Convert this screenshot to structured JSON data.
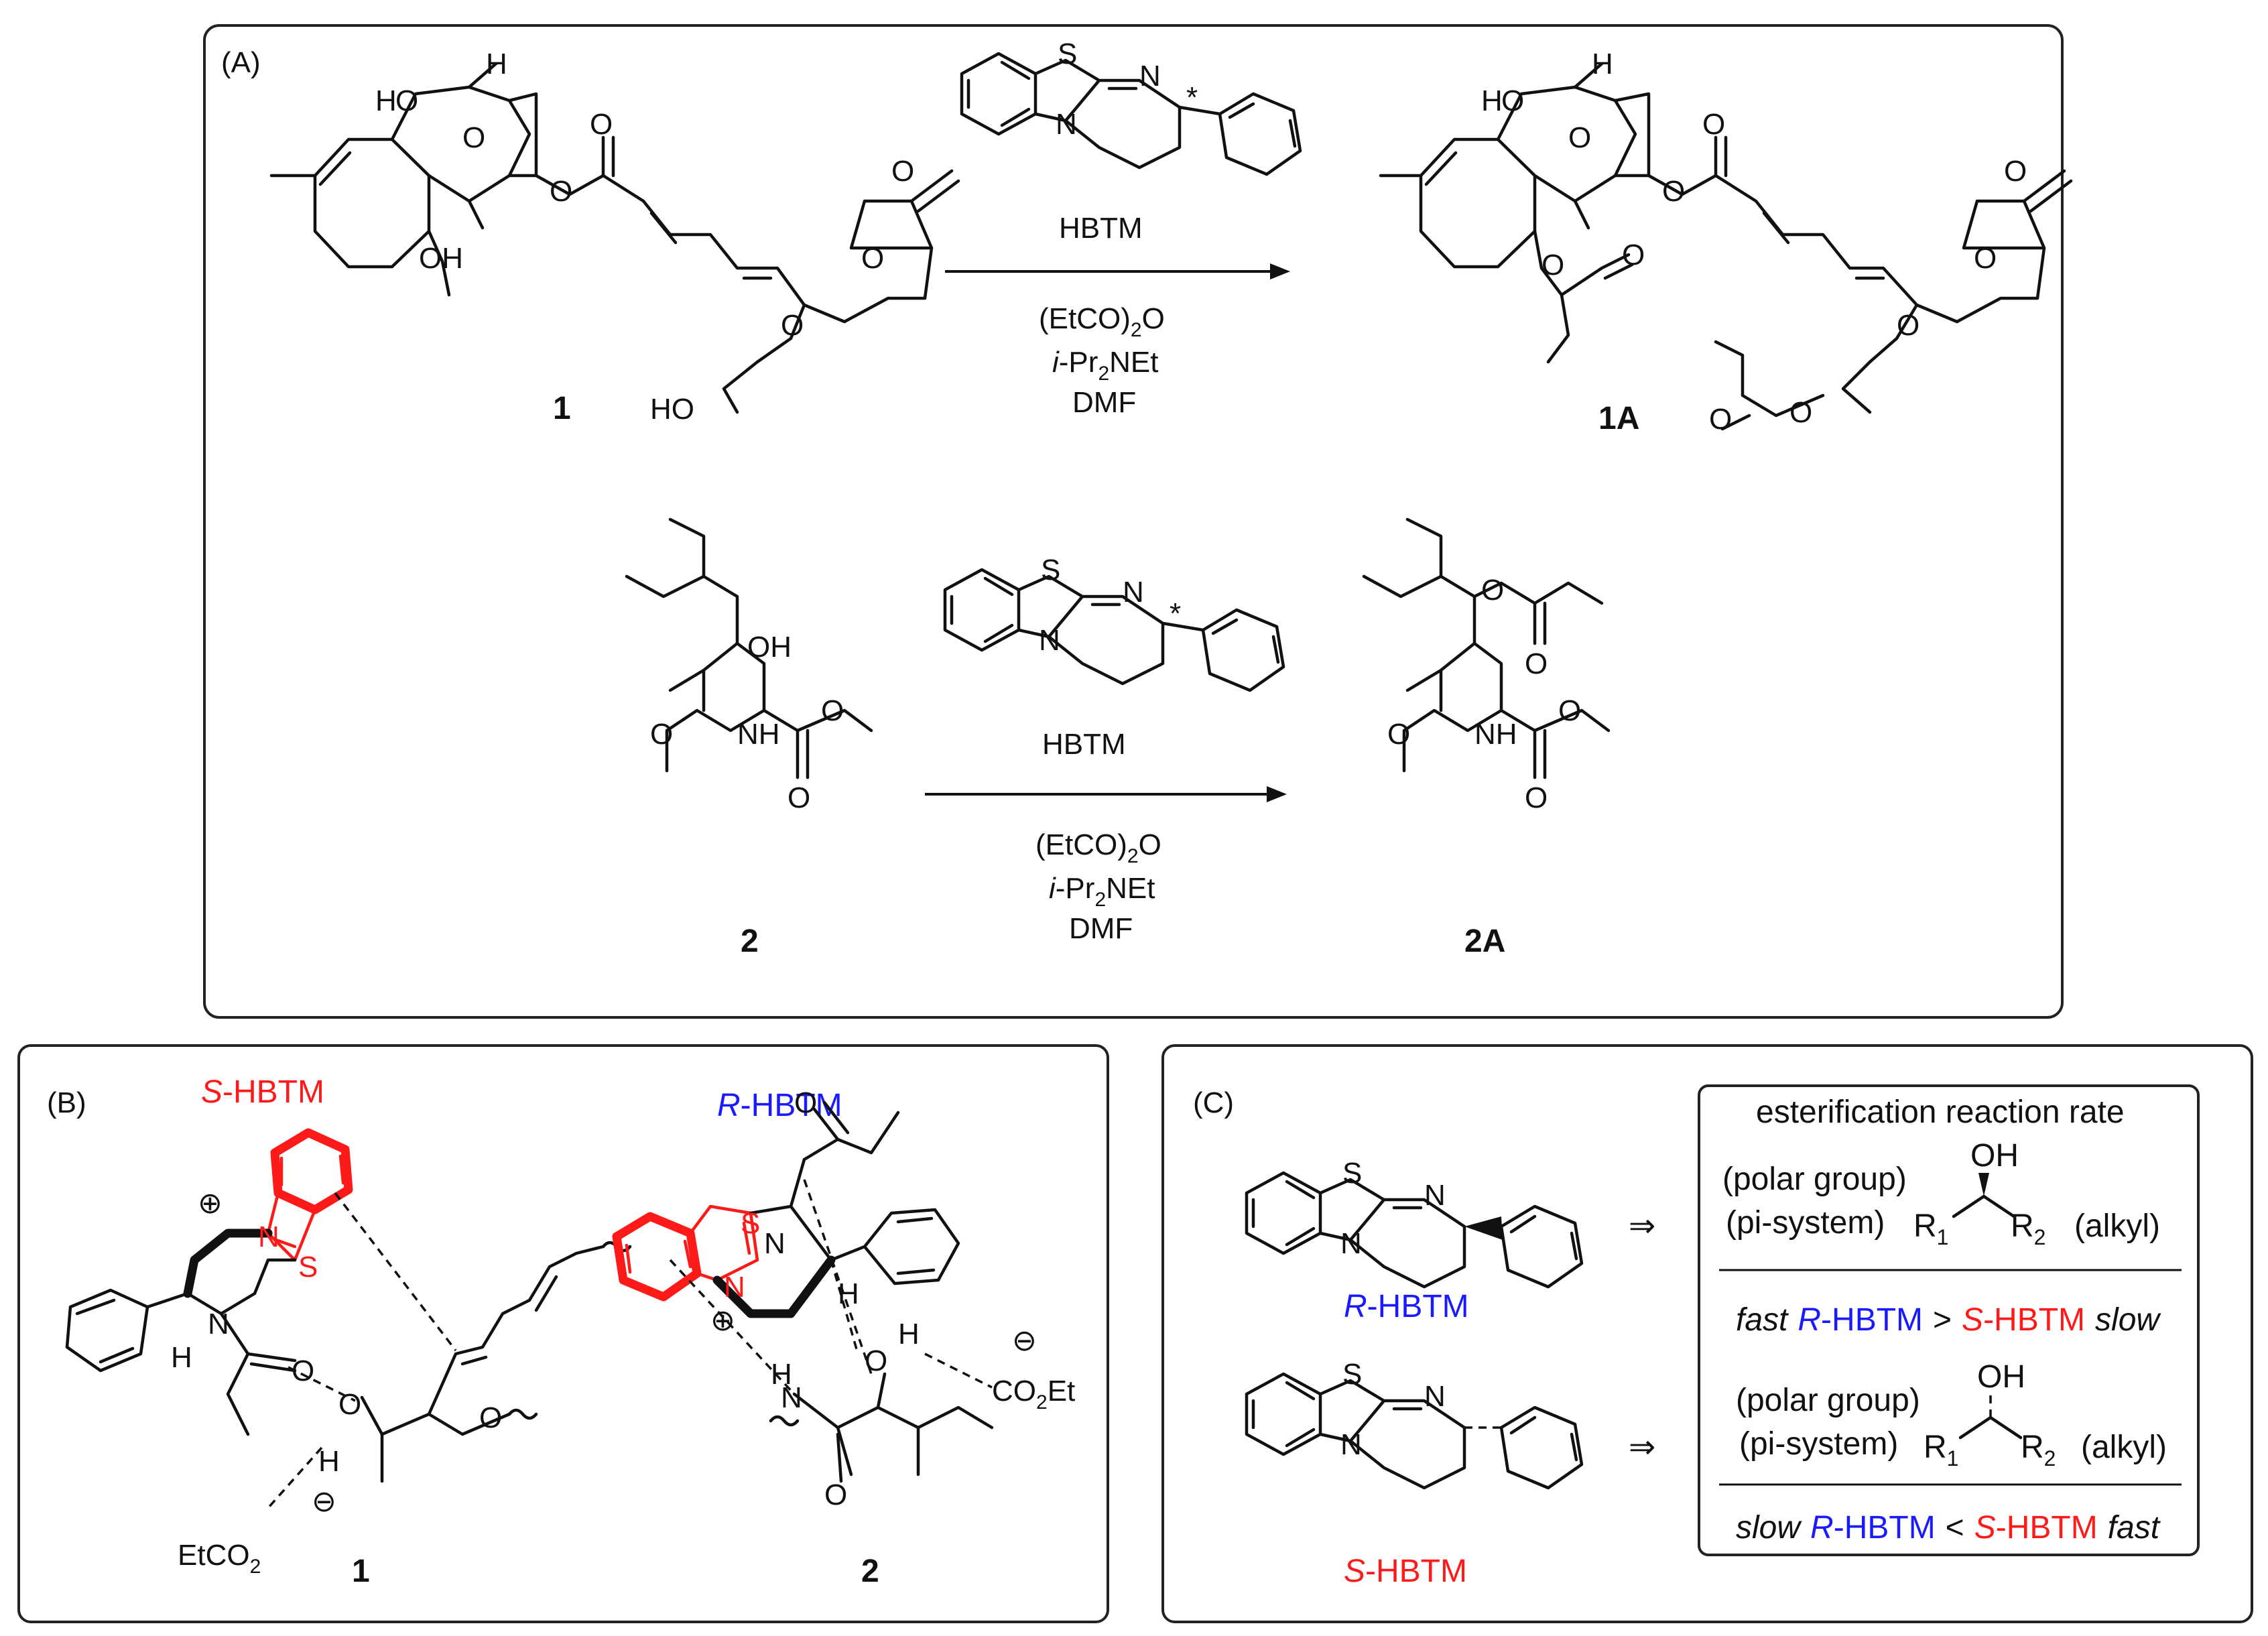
{
  "panels": {
    "a": {
      "label": "(A)"
    },
    "b": {
      "label": "(B)"
    },
    "c": {
      "label": "(C)"
    }
  },
  "atoms": {
    "S": "S",
    "N": "N",
    "O": "O",
    "H": "H",
    "OH": "OH",
    "HO": "HO",
    "NH": "NH",
    "star": "*",
    "plus": "⊕",
    "minus": "⊖"
  },
  "compounds": {
    "c1": "1",
    "c1a": "1A",
    "c2": "2",
    "c2a": "2A"
  },
  "reagents": {
    "catalyst": "HBTM",
    "anhydride_pre": "(EtCO)",
    "anhydride_sub": "2",
    "anhydride_post": "O",
    "base_italic": "i",
    "base_pre": "-Pr",
    "base_sub": "2",
    "base_post": "NEt",
    "solvent": "DMF"
  },
  "panel_b": {
    "s_prefix": "S",
    "r_prefix": "R",
    "suffix": "-HBTM",
    "carboxylate_pre": "EtCO",
    "carboxylate_sub": "2",
    "co2et_pre": "CO",
    "co2et_sub": "2",
    "co2et_post": "Et"
  },
  "panel_c": {
    "table_title": "esterification reaction rate",
    "polar_group": "(polar group)",
    "pi_system": "(pi-system)",
    "alkyl": "(alkyl)",
    "r1": "R",
    "r1_sub": "1",
    "r2": "R",
    "r2_sub": "2",
    "implies": "⇒",
    "fast": "fast",
    "slow": "slow",
    "gt": ">",
    "lt": "<",
    "r_label": "R",
    "s_label": "S",
    "hbtm_suffix": "-HBTM"
  },
  "colors": {
    "s_enantiomer": "#ff1a1a",
    "r_enantiomer": "#1a1aff"
  }
}
